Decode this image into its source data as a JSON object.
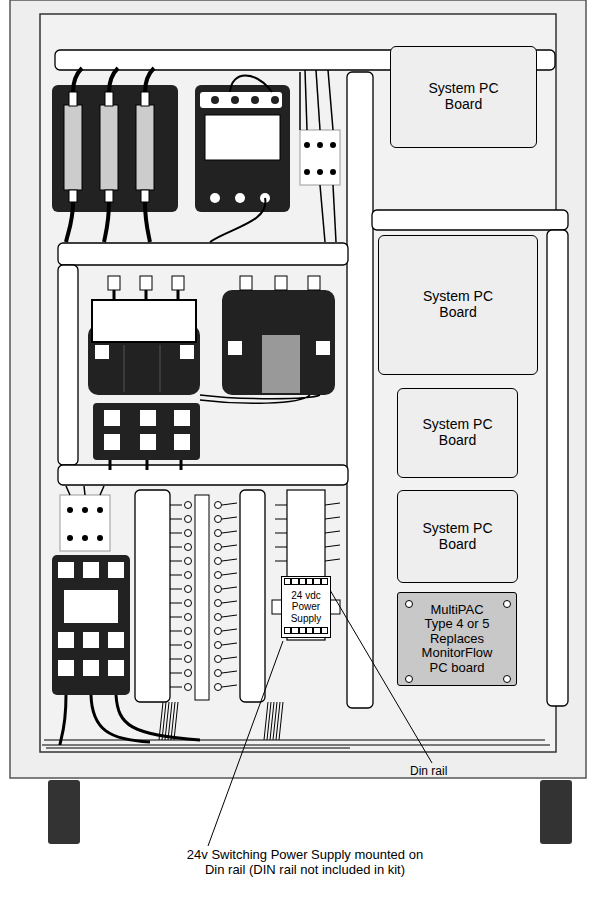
{
  "diagram": {
    "nodes": [
      {
        "text": [
          "System PC Board"
        ]
      },
      {
        "text": [
          "System PC Board"
        ]
      },
      {
        "text": [
          "System PC Board"
        ]
      },
      {
        "text": [
          "System PC Board"
        ]
      },
      {
        "text": [
          "MultiPAC Type 4 or 5 Replaces MonitorFlow PC board"
        ]
      },
      {
        "text": [
          "24 vdc Power Supply"
        ]
      }
    ],
    "labels": [
      "Din rail",
      "24v Switching Power Supply mounted on Din rail (DIN rail not included in kit)"
    ]
  }
}
